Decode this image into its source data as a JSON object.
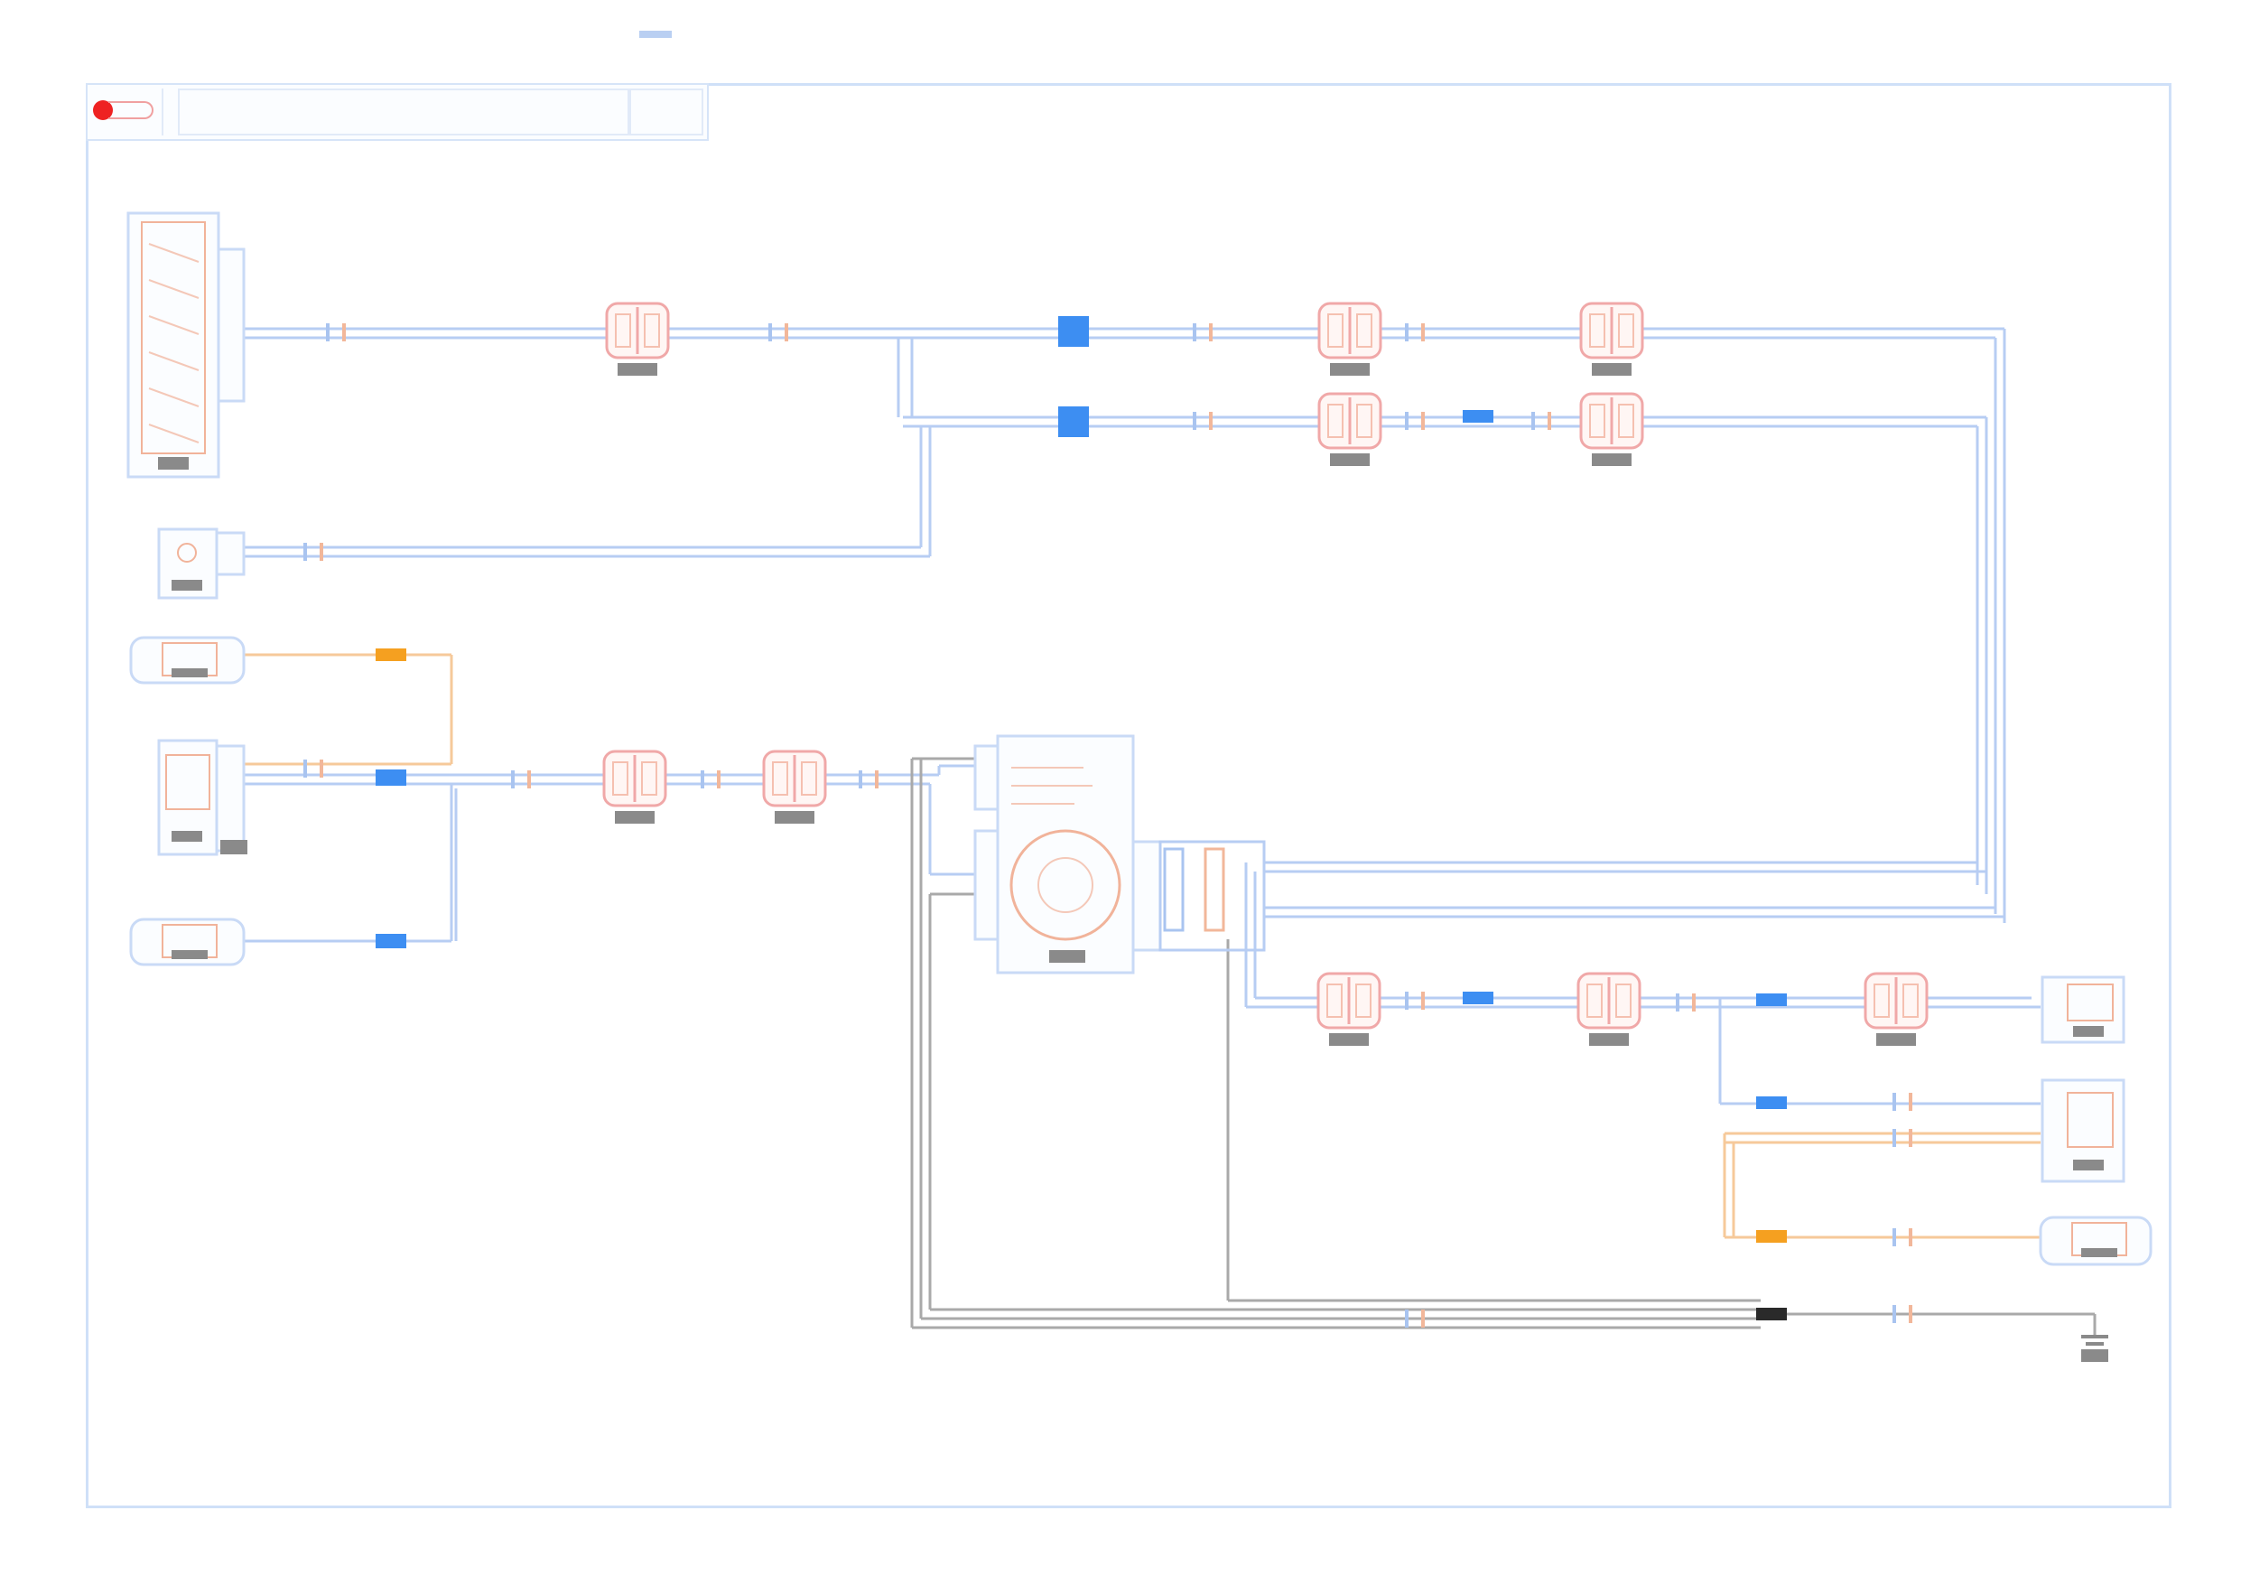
{
  "title_block": {
    "title": "",
    "code": "",
    "footer": ""
  },
  "colors": {
    "frame": "#cfe0f8",
    "wire_blue": "#b7cdf3",
    "wire_orange": "#f6c99a",
    "wire_gray": "#a9a9a9",
    "component_outline": "#c9daf6",
    "component_detail": "#f1b39a",
    "connector_red": "#f0a8a8",
    "splice_blue": "#3d8ef2",
    "splice_orange": "#f5a020",
    "splice_black": "#2a2a2a",
    "label_gray": "#7d7d7d",
    "logo_red": "#ee2222"
  },
  "components": [
    {
      "id": "ecu-main",
      "name": "control-unit-main"
    },
    {
      "id": "sensor-1",
      "name": "sensor-small"
    },
    {
      "id": "switch-1",
      "name": "switch-upper"
    },
    {
      "id": "module-1",
      "name": "module-left"
    },
    {
      "id": "switch-2",
      "name": "switch-lower"
    },
    {
      "id": "central-module",
      "name": "central-connector-module"
    },
    {
      "id": "actuator-1",
      "name": "actuator-right-1"
    },
    {
      "id": "actuator-2",
      "name": "actuator-right-2"
    },
    {
      "id": "switch-3",
      "name": "switch-right"
    },
    {
      "id": "ground",
      "name": "ground-point"
    }
  ],
  "connectors": [
    {
      "id": "c1",
      "name": "inline-connector"
    },
    {
      "id": "c2",
      "name": "inline-connector"
    },
    {
      "id": "c3",
      "name": "inline-connector"
    },
    {
      "id": "c4",
      "name": "inline-connector"
    },
    {
      "id": "c5",
      "name": "inline-connector"
    },
    {
      "id": "c6",
      "name": "inline-connector"
    },
    {
      "id": "c7",
      "name": "inline-connector"
    },
    {
      "id": "c8",
      "name": "inline-connector"
    },
    {
      "id": "c9",
      "name": "inline-connector"
    },
    {
      "id": "c10",
      "name": "inline-connector"
    }
  ],
  "icons": {
    "logo": "brand-logo-icon",
    "ground": "ground-symbol-icon",
    "splice": "splice-junction-icon"
  }
}
